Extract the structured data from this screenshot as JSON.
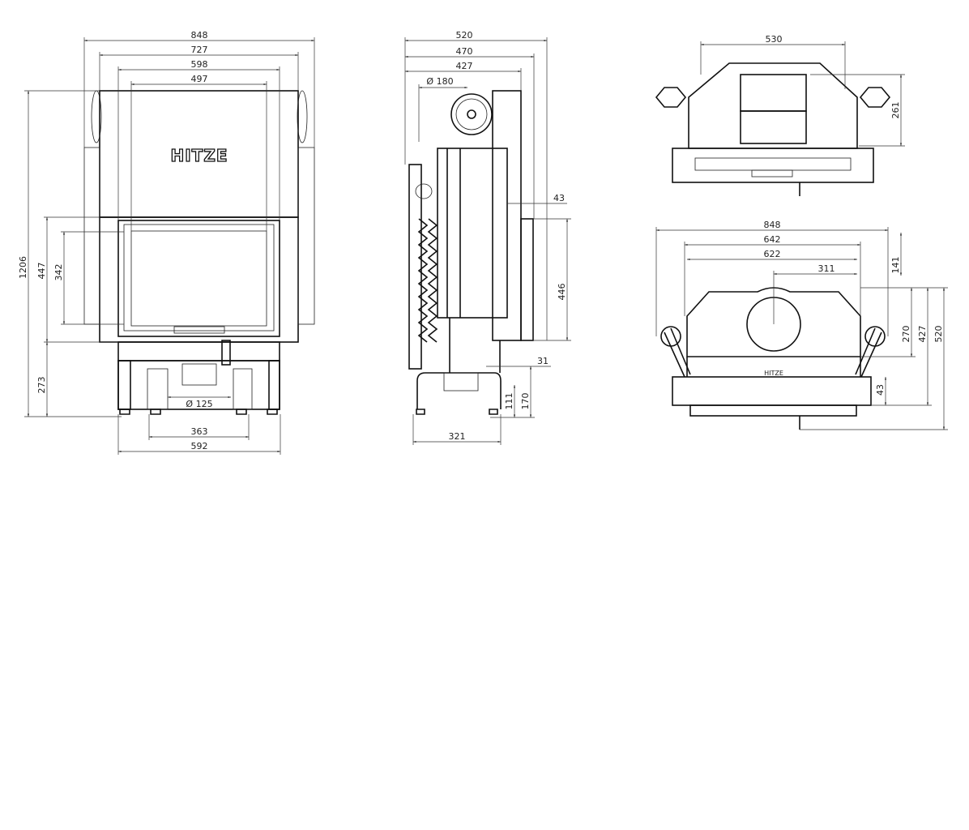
{
  "front_view": {
    "logo": "HITZE",
    "dims": {
      "w848": "848",
      "w727": "727",
      "w598": "598",
      "w497": "497",
      "h1206": "1206",
      "h447": "447",
      "h342": "342",
      "h273": "273",
      "d125": "Ø 125",
      "w363": "363",
      "w592": "592"
    }
  },
  "side_view": {
    "dims": {
      "w520": "520",
      "w470": "470",
      "w427": "427",
      "d180": "Ø 180",
      "w43": "43",
      "h446": "446",
      "w31": "31",
      "h111": "111",
      "h170": "170",
      "w321": "321"
    }
  },
  "top_view": {
    "dims": {
      "w530": "530",
      "h261": "261"
    }
  },
  "plan_view": {
    "logo": "HITZE",
    "dims": {
      "w848": "848",
      "w642": "642",
      "w622": "622",
      "w311": "311",
      "h141": "141",
      "h270": "270",
      "h427": "427",
      "h520": "520",
      "h43": "43"
    }
  }
}
